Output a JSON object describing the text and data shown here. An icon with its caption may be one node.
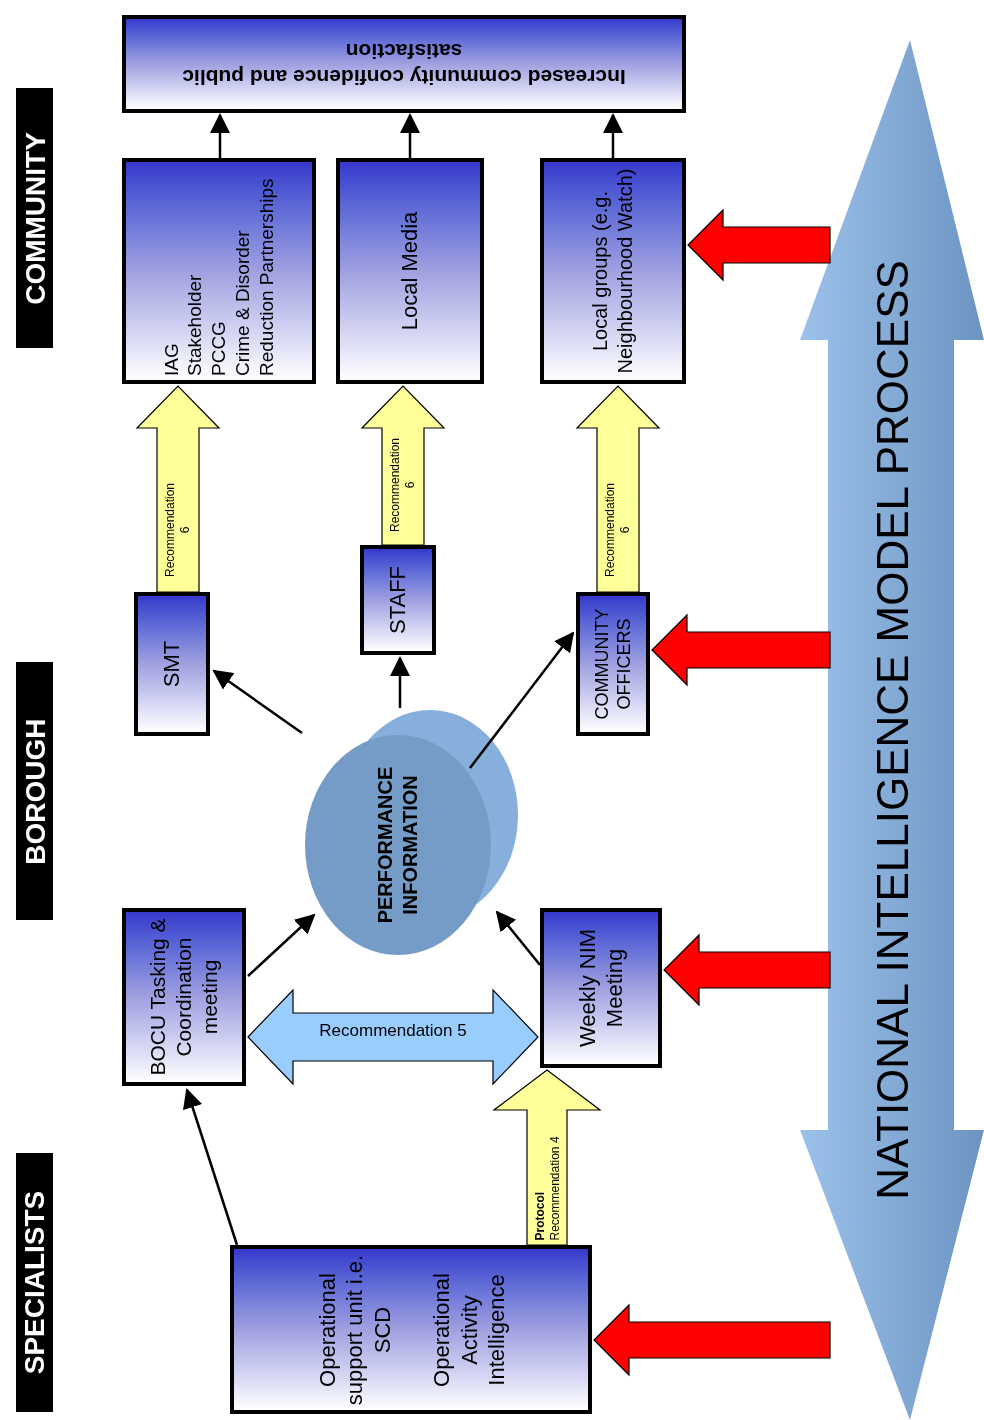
{
  "diagram": {
    "nodes": [
      {
        "text": [
          "Increased community confidence and public satisfaction"
        ]
      },
      {
        "text": [
          "IAG",
          "Stakeholder",
          "PCCG",
          "Crime & Disorder Reduction Partnerships"
        ]
      },
      {
        "text": [
          "Local Media"
        ]
      },
      {
        "text": [
          "Local groups (e.g. Neighbourhood Watch)"
        ]
      },
      {
        "text": [
          "SMT"
        ]
      },
      {
        "text": [
          "STAFF"
        ]
      },
      {
        "text": [
          "COMMUNITY OFFICERS"
        ]
      },
      {
        "text": [
          "PERFORMANCE INFORMATION"
        ]
      },
      {
        "text": [
          "BOCU Tasking & Coordination meeting"
        ]
      },
      {
        "text": [
          "Weekly NIM Meeting"
        ]
      },
      {
        "text": [
          "Operational support unit i.e. SCD",
          "Operational Activity Intelligence"
        ]
      },
      {
        "text": [
          "NATIONAL INTELLIGENCE MODEL PROCESS"
        ]
      },
      {
        "text": [
          "COMMUNITY"
        ]
      },
      {
        "text": [
          "BOROUGH"
        ]
      },
      {
        "text": [
          "SPECIALISTS"
        ]
      }
    ],
    "edges": [
      {
        "from": 1,
        "to": 0,
        "arrow": "to"
      },
      {
        "from": 2,
        "to": 0,
        "arrow": "to"
      },
      {
        "from": 3,
        "to": 0,
        "arrow": "to"
      },
      {
        "from": 4,
        "to": 1,
        "arrow": "to",
        "label": "Recommendation 6",
        "style": "thick",
        "color": "#ffff99"
      },
      {
        "from": 5,
        "to": 2,
        "arrow": "to",
        "label": "Recommendation 6",
        "style": "thick",
        "color": "#ffff99"
      },
      {
        "from": 6,
        "to": 3,
        "arrow": "to",
        "label": "Recommendation 6",
        "style": "thick",
        "color": "#ffff99"
      },
      {
        "from": 7,
        "to": 4,
        "arrow": "to"
      },
      {
        "from": 7,
        "to": 5,
        "arrow": "to"
      },
      {
        "from": 7,
        "to": 6,
        "arrow": "to"
      },
      {
        "from": 8,
        "to": 7,
        "arrow": "to"
      },
      {
        "from": 9,
        "to": 7,
        "arrow": "to"
      },
      {
        "from": 8,
        "to": 9,
        "arrow": "both",
        "label": "Recommendation 5",
        "style": "thick",
        "color": "#99ccff"
      },
      {
        "from": 10,
        "to": 8,
        "arrow": "to"
      },
      {
        "from": 10,
        "to": 9,
        "arrow": "to",
        "label": "**Protocol** Recommendation 4",
        "style": "thick",
        "color": "#ffff99"
      },
      {
        "from": 11,
        "to": 3,
        "arrow": "to",
        "style": "thick",
        "color": "#ff0000"
      },
      {
        "from": 11,
        "to": 6,
        "arrow": "to",
        "style": "thick",
        "color": "#ff0000"
      },
      {
        "from": 11,
        "to": 9,
        "arrow": "to",
        "style": "thick",
        "color": "#ff0000"
      },
      {
        "from": 11,
        "to": 10,
        "arrow": "to",
        "style": "thick",
        "color": "#ff0000"
      }
    ]
  }
}
